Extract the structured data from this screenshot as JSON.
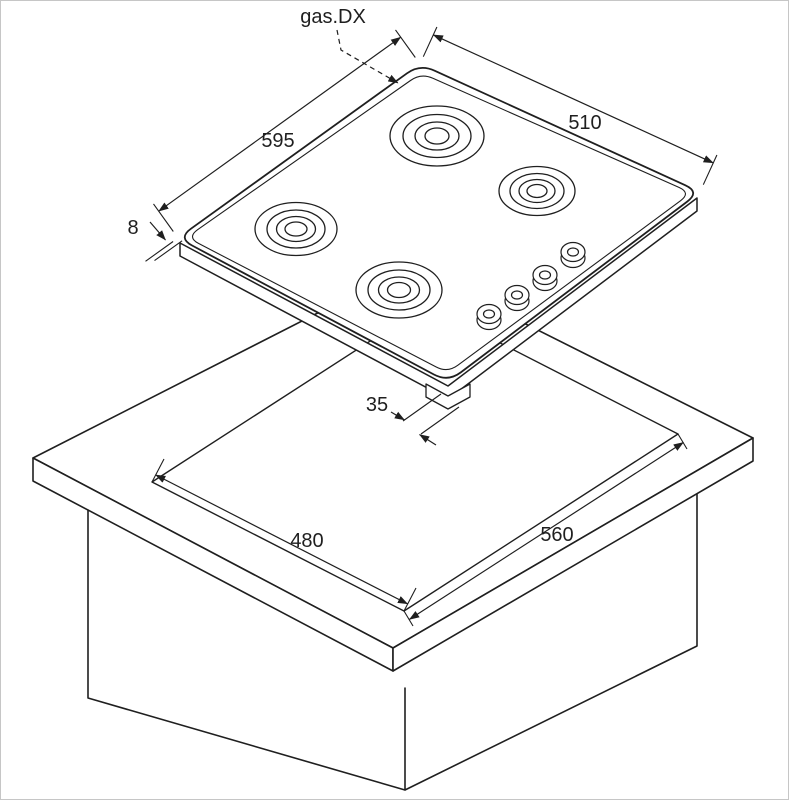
{
  "labels": {
    "gas_connection": "gas.DX",
    "hob_width": "595",
    "hob_depth": "510",
    "rim_thickness": "8",
    "front_distance": "35",
    "cutout_depth": "480",
    "cutout_width": "560"
  },
  "colors": {
    "line": "#1f1f1f",
    "background": "#ffffff",
    "frame": "#c6c6c6"
  }
}
